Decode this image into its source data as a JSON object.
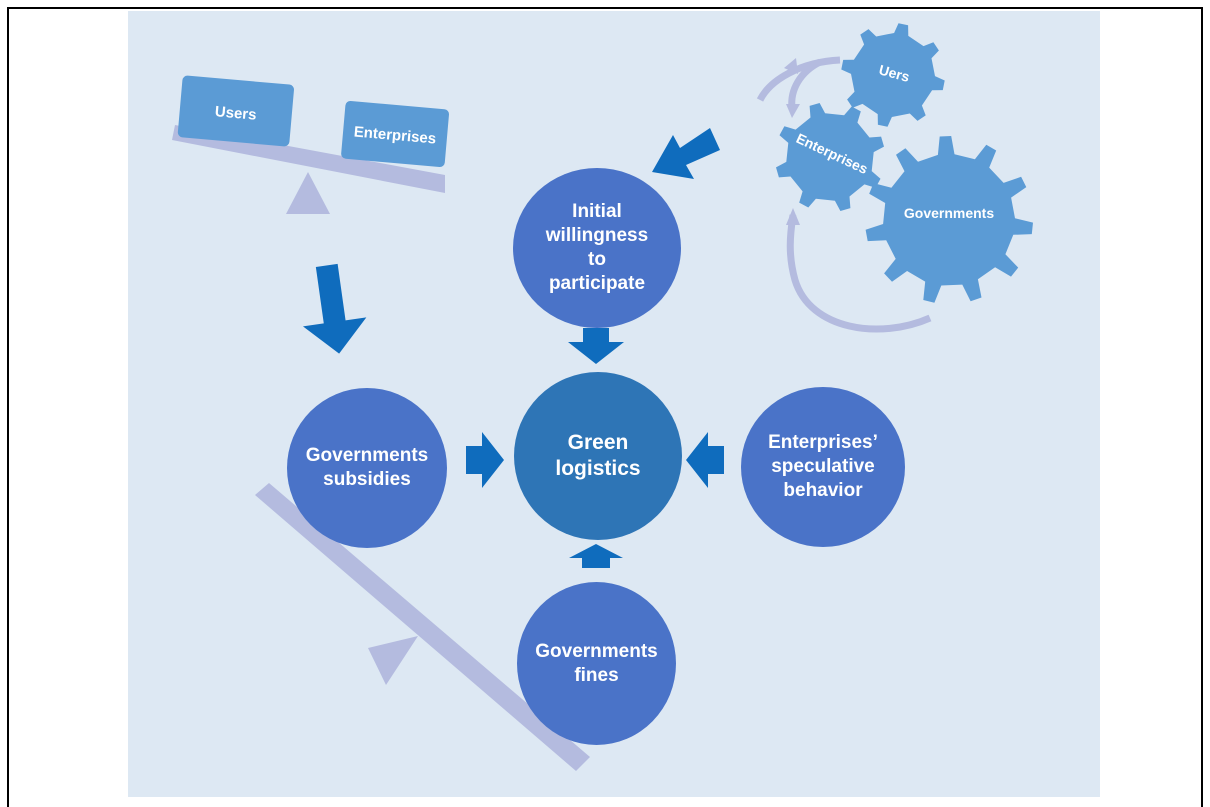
{
  "diagram": {
    "center": "Green\nlogistics",
    "top": "Initial\nwillingness\nto\nparticipate",
    "left": "Governments\nsubsidies",
    "right": "Enterprises’\nspeculative\nbehavior",
    "bottom": "Governments\nfines"
  },
  "seesaw": {
    "left_block": "Users",
    "right_block": "Enterprises"
  },
  "gears": {
    "small": "Uers",
    "middle": "Enterprises",
    "large": "Governments"
  },
  "colors": {
    "panel_bg": "#dde8f3",
    "circle": "#4a73c8",
    "center_circle": "#2e75b6",
    "arrow": "#0f6cbd",
    "gear": "#5b9bd5",
    "seesaw": "#b4bbdf"
  }
}
